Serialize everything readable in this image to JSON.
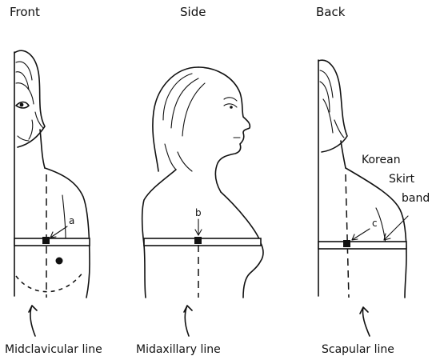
{
  "views": {
    "front": {
      "title": "Front",
      "point": "a",
      "line": "Midclavicular line"
    },
    "side": {
      "title": "Side",
      "point": "b",
      "line": "Midaxillary line"
    },
    "back": {
      "title": "Back",
      "point": "c",
      "line": "Scapular line"
    }
  },
  "band_label": {
    "line1": "Korean",
    "line2": "Skirt",
    "line3": "band"
  },
  "colors": {
    "ink": "#111111",
    "background": "#ffffff"
  }
}
